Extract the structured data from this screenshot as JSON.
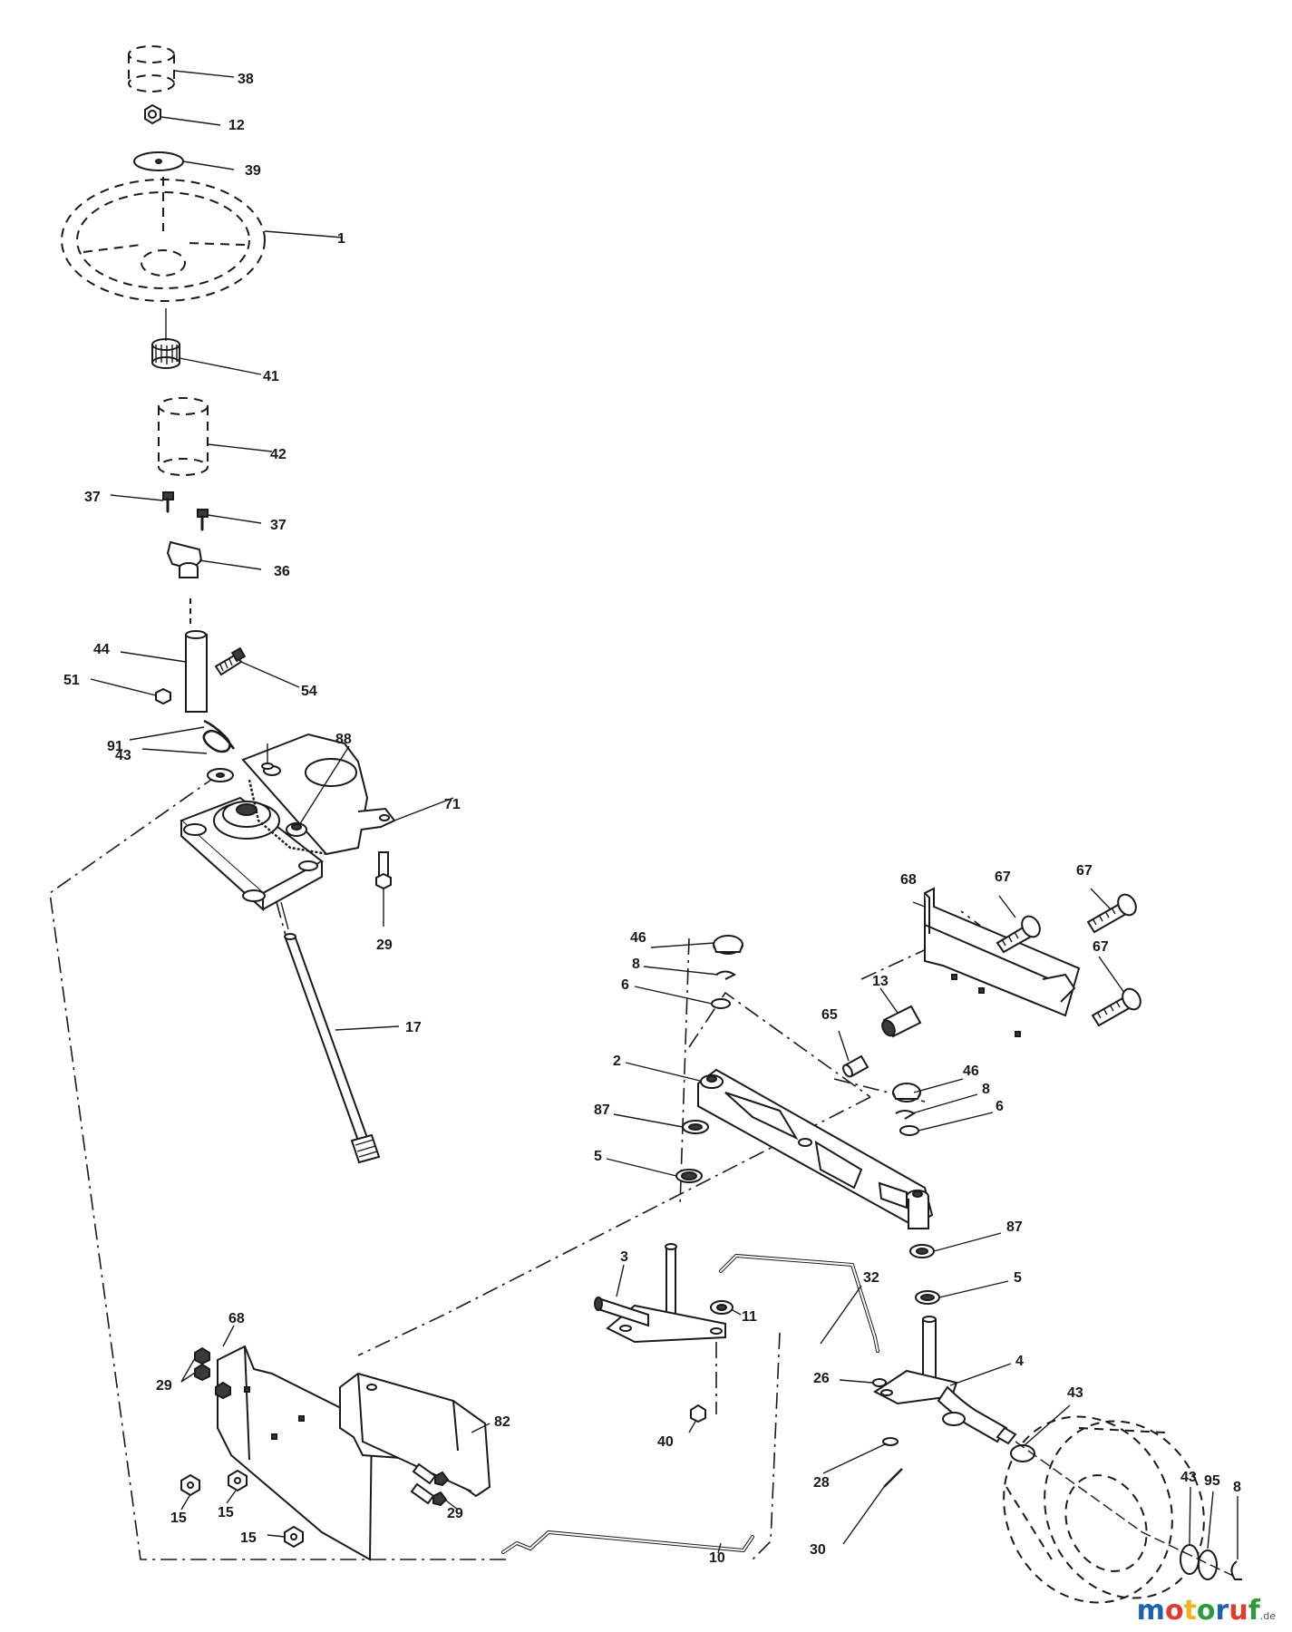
{
  "diagram": {
    "callouts": {
      "p38": "38",
      "p12": "12",
      "p39": "39",
      "p1": "1",
      "p41": "41",
      "p42": "42",
      "p37a": "37",
      "p37b": "37",
      "p36": "36",
      "p44": "44",
      "p54": "54",
      "p51": "51",
      "p91": "91",
      "p88": "88",
      "p43a": "43",
      "p71": "71",
      "p29a": "29",
      "p17": "17",
      "p68a": "68",
      "p67a": "67",
      "p67b": "67",
      "p67c": "67",
      "p46a": "46",
      "p8a": "8",
      "p6a": "6",
      "p13": "13",
      "p65": "65",
      "p2": "2",
      "p46b": "46",
      "p8b": "8",
      "p6b": "6",
      "p87a": "87",
      "p5a": "5",
      "p87b": "87",
      "p5b": "5",
      "p3": "3",
      "p32": "32",
      "p11": "11",
      "p68b": "68",
      "p29b": "29",
      "p82": "82",
      "p4": "4",
      "p26": "26",
      "p43b": "43",
      "p40": "40",
      "p28": "28",
      "p15a": "15",
      "p15b": "15",
      "p29c": "29",
      "p15c": "15",
      "p43c": "43",
      "p95": "95",
      "p8c": "8",
      "p10": "10",
      "p30": "30"
    }
  },
  "watermark": {
    "text": "motoruf",
    "suffix": ".de",
    "colors": [
      "#1f5fb4",
      "#e23b2e",
      "#f2b21c",
      "#2e9a3e",
      "#1f5fb4",
      "#e23b2e",
      "#2e9a3e"
    ]
  }
}
